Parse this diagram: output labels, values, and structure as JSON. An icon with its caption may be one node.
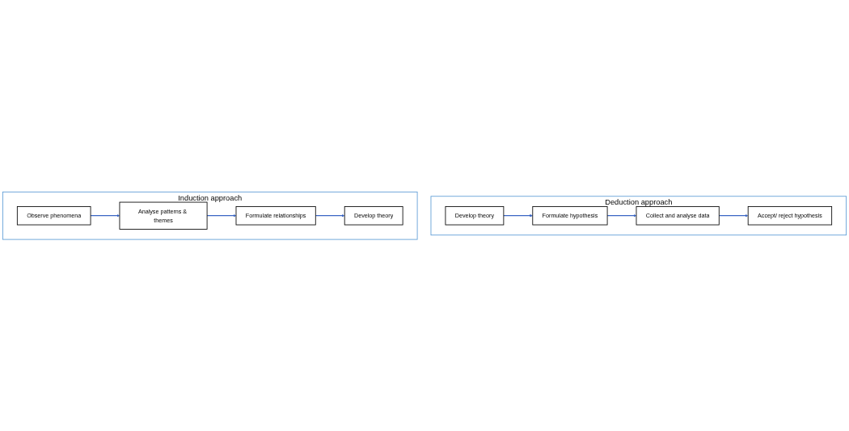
{
  "diagram": {
    "nodes": [
      {
        "text": [
          "Deduction approach"
        ]
      },
      {
        "text": [
          "Develop theory"
        ],
        "in": 0
      },
      {
        "text": [
          "Formulate hypothesis"
        ],
        "in": 0
      },
      {
        "text": [
          "Collect and analyse data"
        ],
        "in": 0
      },
      {
        "text": [
          "Accept/ reject hypothesis"
        ],
        "in": 0
      },
      {
        "text": [
          "Induction approach"
        ]
      },
      {
        "text": [
          "Observe phenomena"
        ],
        "in": 5
      },
      {
        "text": [
          "Analyse patterns & themes"
        ],
        "in": 5
      },
      {
        "text": [
          "Formulate relationships"
        ],
        "in": 5
      },
      {
        "text": [
          "Develop theory"
        ],
        "in": 5
      }
    ],
    "edges": [
      {
        "from": 1,
        "to": 2,
        "arrow": "to"
      },
      {
        "from": 2,
        "to": 3,
        "arrow": "to"
      },
      {
        "from": 3,
        "to": 4,
        "arrow": "to"
      },
      {
        "from": 6,
        "to": 7,
        "arrow": "to"
      },
      {
        "from": 7,
        "to": 8,
        "arrow": "to"
      },
      {
        "from": 8,
        "to": 9,
        "arrow": "to"
      }
    ]
  }
}
